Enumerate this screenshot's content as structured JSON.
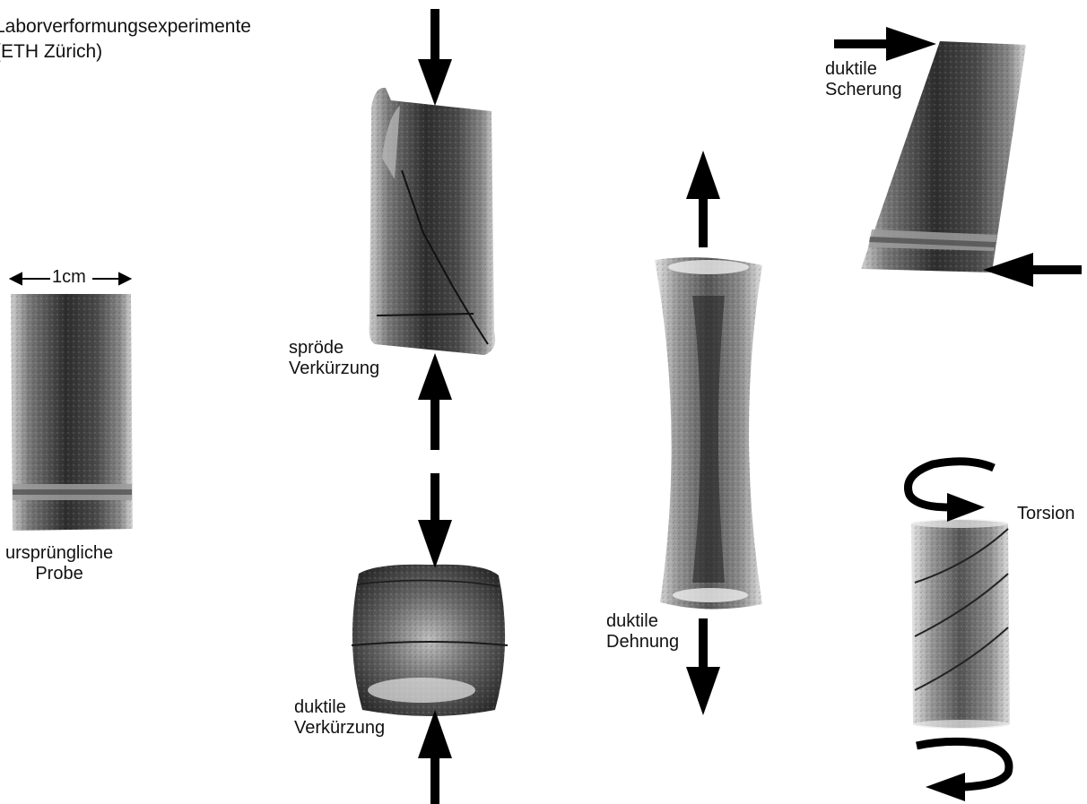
{
  "title": {
    "line1": "Laborverformungsexperimente",
    "line2": "(ETH Zürich)"
  },
  "scale": {
    "label": "1cm"
  },
  "samples": {
    "original": {
      "line1": "ursprüngliche",
      "line2": "Probe"
    },
    "brittle": {
      "line1": "spröde",
      "line2": "Verkürzung"
    },
    "ductile_shortening": {
      "line1": "duktile",
      "line2": "Verkürzung"
    },
    "ductile_extension": {
      "line1": "duktile",
      "line2": "Dehnung"
    },
    "ductile_shear": {
      "line1": "duktile",
      "line2": "Scherung"
    },
    "torsion": {
      "line1": "Torsion"
    }
  },
  "colors": {
    "arrow": "#000000",
    "sample_dark": "#2a2a2a",
    "sample_mid": "#6b6b6b",
    "sample_light": "#c8c8c8"
  }
}
